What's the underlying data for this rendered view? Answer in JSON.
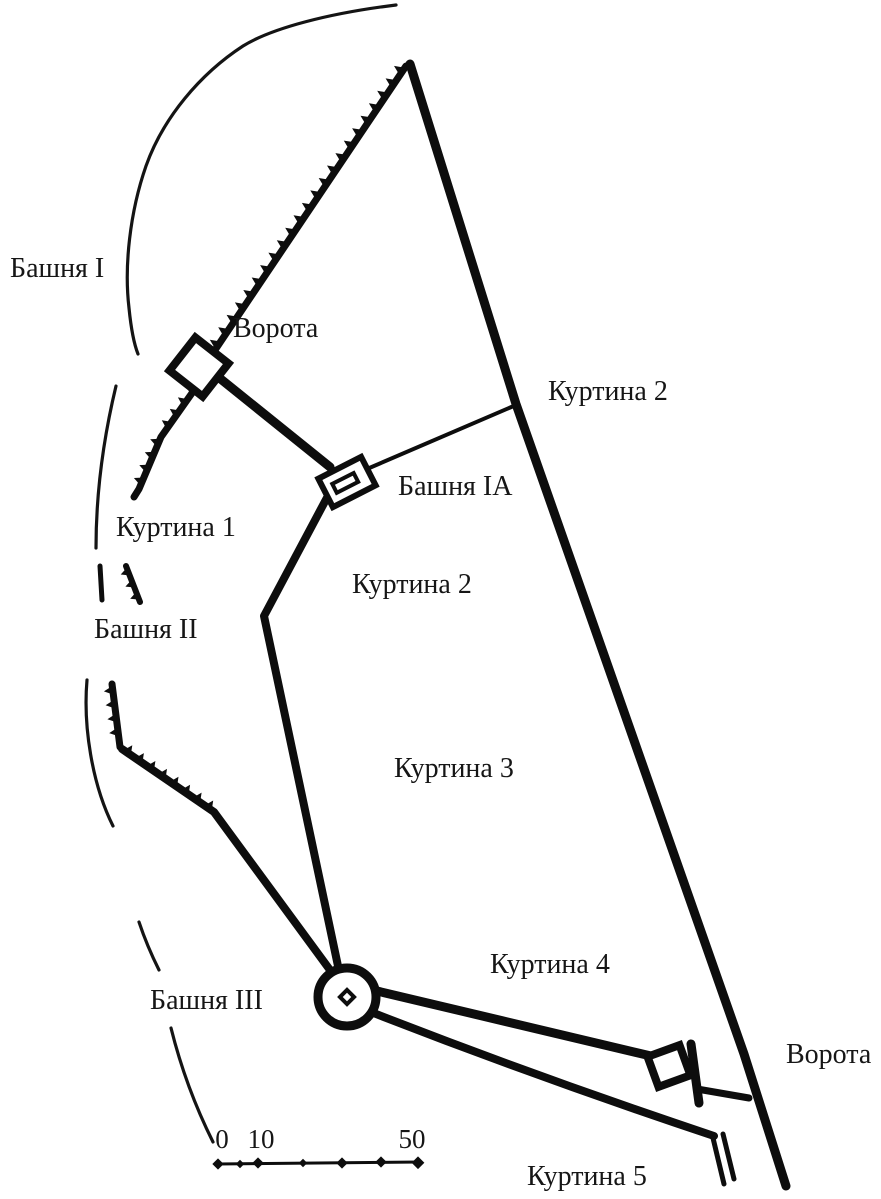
{
  "map": {
    "type": "fortress-site-plan",
    "background_color": "#ffffff",
    "ink_color": "#0d0d0d",
    "labels": {
      "tower_i": "Башня I",
      "gate_north": "Ворота",
      "curtain_2_outer": "Куртина 2",
      "tower_ia": "Башня IA",
      "curtain_1": "Куртина 1",
      "tower_ii": "Башня II",
      "curtain_2_inner": "Куртина 2",
      "curtain_3": "Куртина 3",
      "curtain_4": "Куртина 4",
      "tower_iii": "Башня III",
      "gate_east": "Ворота",
      "curtain_5": "Куртина 5"
    },
    "scale_bar": {
      "tick_labels": [
        "0",
        "10",
        "50"
      ]
    }
  }
}
